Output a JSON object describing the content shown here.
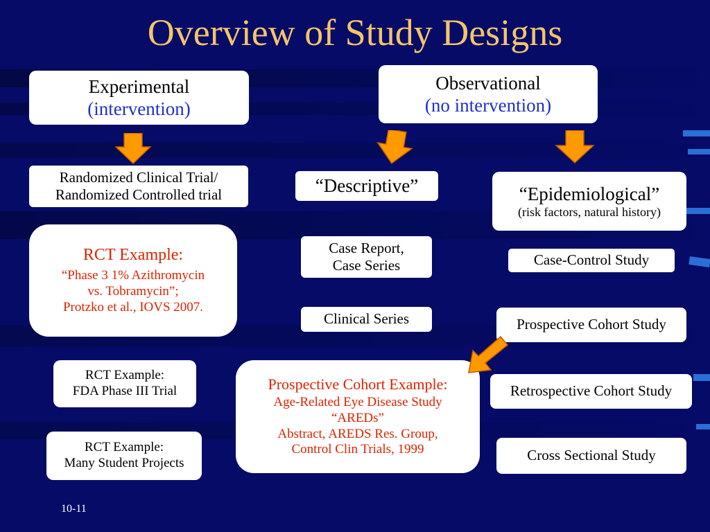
{
  "title": "Overview of Study Designs",
  "footer": "10-11",
  "colors": {
    "background": "#050b66",
    "title": "#f5c46a",
    "arrow": "#ff9900",
    "highlight_blue": "#1d2fd0",
    "highlight_red": "#dd2200"
  },
  "experimental": {
    "line1": "Experimental",
    "line2": "(intervention)"
  },
  "observational": {
    "line1": "Observational",
    "line2": "(no intervention)"
  },
  "rct": {
    "line1": "Randomized Clinical Trial/",
    "line2": "Randomized Controlled trial"
  },
  "rct_example1": {
    "heading": "RCT Example:",
    "line1": "“Phase 3 1% Azithromycin",
    "line2": "vs. Tobramycin”;",
    "line3": "Protzko et al., IOVS 2007."
  },
  "rct_example2": {
    "line1": "RCT Example:",
    "line2": "FDA Phase III Trial"
  },
  "rct_example3": {
    "line1": "RCT Example:",
    "line2": "Many Student Projects"
  },
  "descriptive": {
    "label": "“Descriptive”"
  },
  "case_report": {
    "line1": "Case Report,",
    "line2": "Case Series"
  },
  "clinical_series": {
    "label": "Clinical Series"
  },
  "prospective_example": {
    "heading": "Prospective Cohort Example:",
    "line1": "Age-Related Eye Disease Study",
    "line2": "“AREDs”",
    "line3": "Abstract, AREDS Res. Group,",
    "line4": "Control Clin Trials, 1999"
  },
  "epidemiological": {
    "label": "“Epidemiological”",
    "sub": "(risk factors, natural history)"
  },
  "case_control": {
    "label": "Case-Control Study"
  },
  "prospective_cohort": {
    "label": "Prospective Cohort Study"
  },
  "retrospective_cohort": {
    "label": "Retrospective Cohort Study"
  },
  "cross_sectional": {
    "label": "Cross Sectional Study"
  }
}
